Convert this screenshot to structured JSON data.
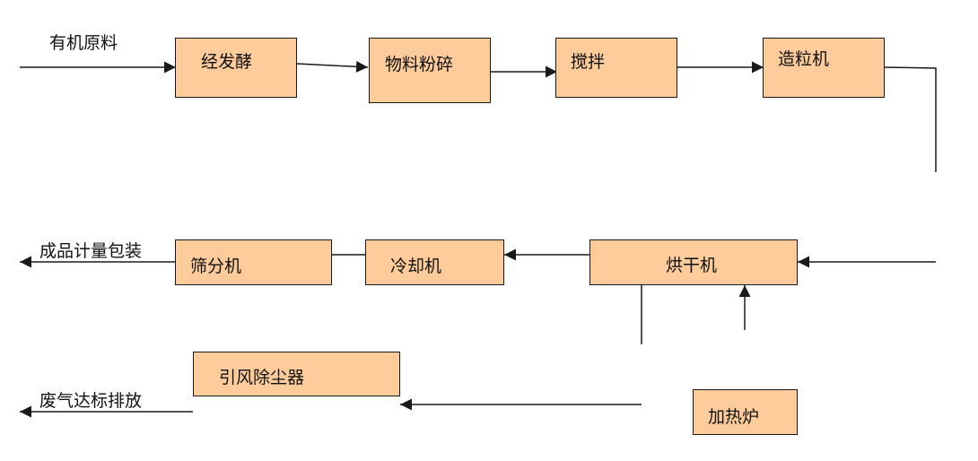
{
  "colors": {
    "box_fill": "#fdcc9a",
    "stroke": "#1a1a1a"
  },
  "labels": {
    "input": "有机原料",
    "product_output": "成品计量包装",
    "exhaust_output": "废气达标排放"
  },
  "boxes": {
    "fermentation": "经发酵",
    "crushing": "物料粉碎",
    "mixing": "搅拌",
    "granulator": "造粒机",
    "dryer": "烘干机",
    "cooler": "冷却机",
    "screener": "筛分机",
    "dust_collector": "引风除尘器",
    "heating_furnace": "加热炉"
  }
}
